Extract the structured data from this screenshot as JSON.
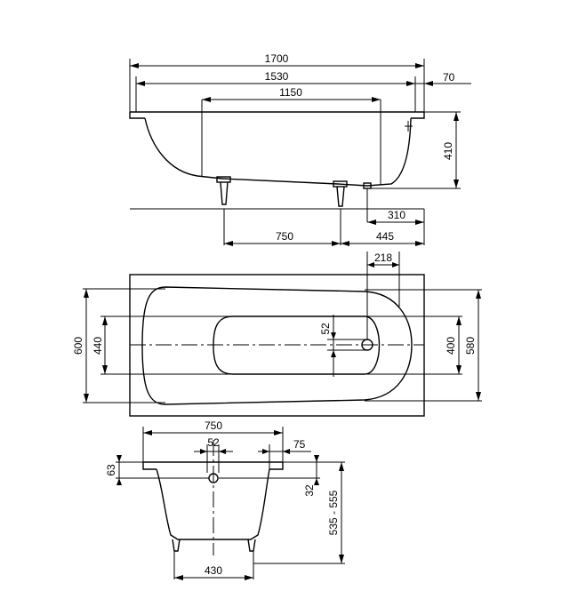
{
  "side_view": {
    "total_length": "1700",
    "outer_length": "1530",
    "inner_length": "1150",
    "rim_width": "70",
    "height": "410",
    "drain_offset": "310",
    "leg_spacing": "750",
    "leg_offset": "445"
  },
  "top_view": {
    "drain_distance": "218",
    "total_width": "600",
    "inner_width": "440",
    "drain_diameter": "52",
    "basin_width": "400",
    "outer_width": "580"
  },
  "end_view": {
    "top_width": "750",
    "drain_width": "52",
    "rim_overhang": "75",
    "rim_height": "63",
    "drain_depth": "32",
    "height_range": "535 - 555",
    "foot_spacing": "430"
  }
}
